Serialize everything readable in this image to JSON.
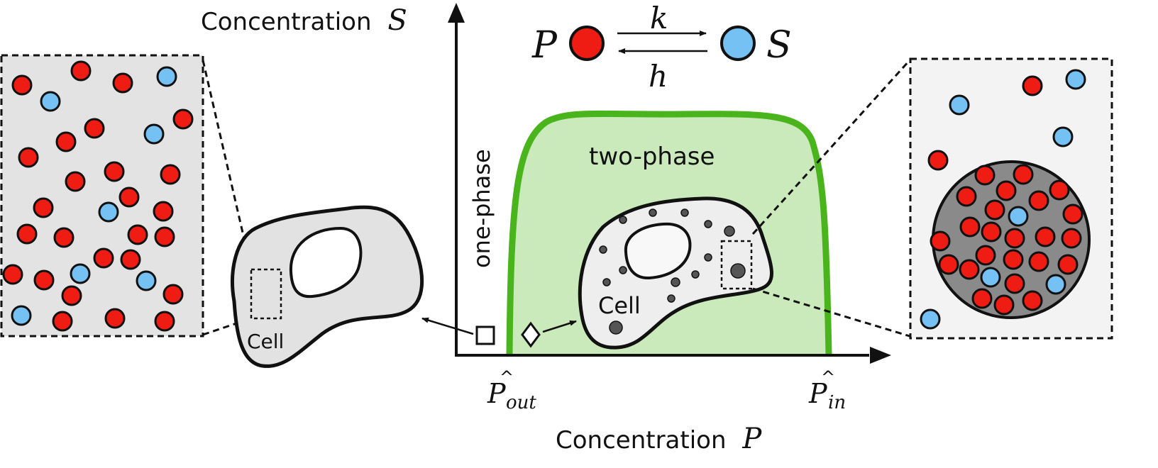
{
  "reaction": {
    "reactant": "P",
    "product": "S",
    "forward_rate": "k",
    "backward_rate": "h"
  },
  "axes": {
    "y_label_text": "Concentration",
    "y_label_symbol": "S",
    "x_label_text": "Concentration",
    "x_label_symbol": "P",
    "tick_out_base": "P",
    "tick_out_sub": "out",
    "tick_in_base": "P",
    "tick_in_sub": "in"
  },
  "regions": {
    "one_phase": "one-phase",
    "two_phase": "two-phase"
  },
  "cells": {
    "left_label": "Cell",
    "center_label": "Cell"
  },
  "colors": {
    "red_particle": "#ee1c12",
    "blue_particle": "#76c1f3",
    "phase_boundary": "#4ab41c",
    "two_phase_fill": "#cbeabc",
    "cell_fill": "#e2e2e2",
    "droplet_fill": "#8a8a8a",
    "left_zoom_fill": "#e3e3e3",
    "right_zoom_fill": "#f3f3f3"
  },
  "markers": {
    "square": "square-marker",
    "diamond": "diamond-marker"
  }
}
